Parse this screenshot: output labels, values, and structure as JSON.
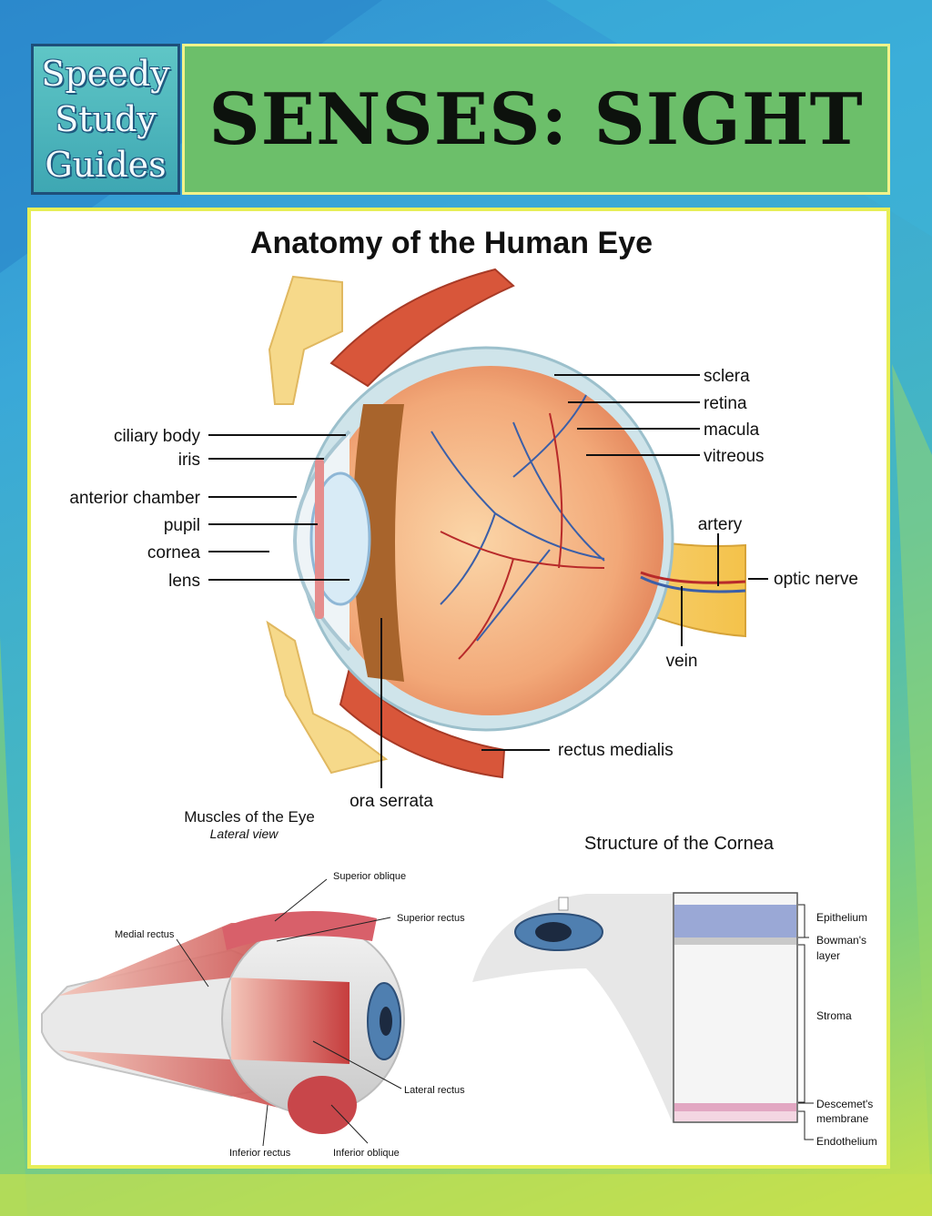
{
  "brand": {
    "line1": "Speedy",
    "line2": "Study",
    "line3": "Guides"
  },
  "cover_title": "SENSES: SIGHT",
  "eye_diagram": {
    "title": "Anatomy of the Human Eye",
    "labels_left": [
      "ciliary body",
      "iris",
      "anterior chamber",
      "pupil",
      "cornea",
      "lens"
    ],
    "labels_right": [
      "sclera",
      "retina",
      "macula",
      "vitreous"
    ],
    "artery": "artery",
    "optic_nerve": "optic nerve",
    "vein": "vein",
    "rectus_medialis": "rectus medialis",
    "ora_serrata": "ora serrata"
  },
  "muscles": {
    "title": "Muscles of the Eye",
    "subtitle": "Lateral view",
    "superior_oblique": "Superior oblique",
    "superior_rectus": "Superior rectus",
    "medial_rectus": "Medial rectus",
    "lateral_rectus": "Lateral rectus",
    "inferior_rectus": "Inferior rectus",
    "inferior_oblique": "Inferior oblique"
  },
  "cornea": {
    "title": "Structure of the Cornea",
    "epithelium": "Epithelium",
    "bowmans_1": "Bowman's",
    "bowmans_2": "layer",
    "stroma": "Stroma",
    "descemets_1": "Descemet's",
    "descemets_2": "membrane",
    "endothelium": "Endothelium"
  },
  "colors": {
    "title_green": "#6cbf6a",
    "brand_teal": "#4fb8bd",
    "panel_border": "#e7ee58",
    "muscle_red": "#c8464a",
    "eye_orange": "#f0a06a",
    "iris_blue": "#4f7fb0"
  }
}
